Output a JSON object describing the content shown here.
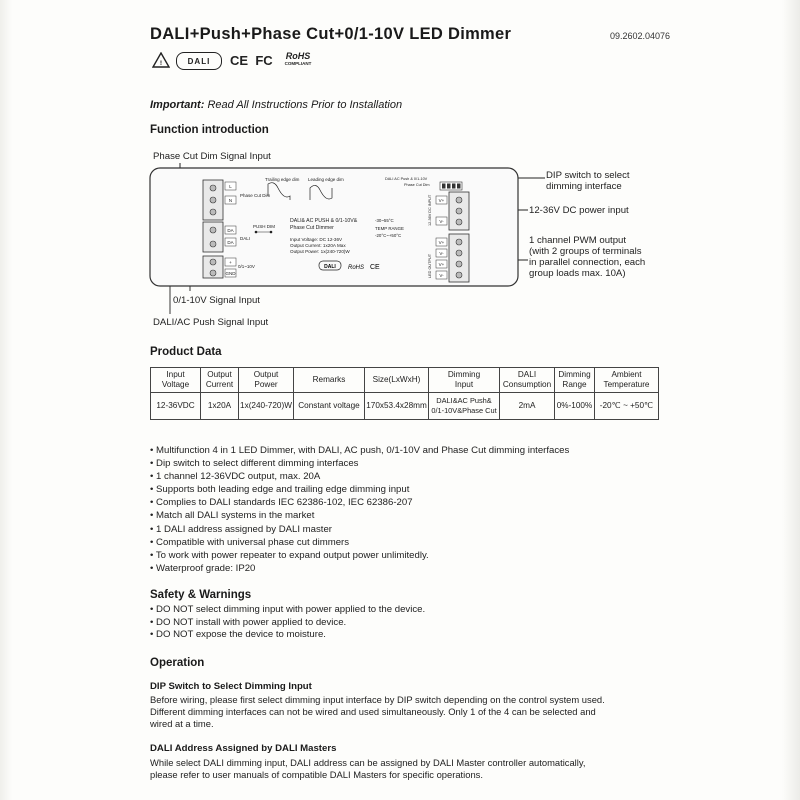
{
  "document": {
    "title": "DALI+Push+Phase Cut+0/1-10V LED Dimmer",
    "doc_number": "09.2602.04076",
    "cert_marks": {
      "dali": "DALI",
      "ce": "CE",
      "fc": "FC",
      "rohs": "RoHS",
      "rohs_sub": "COMPLIANT"
    },
    "important_label": "Important:",
    "important_text": "Read All Instructions Prior to Installation"
  },
  "function_intro": {
    "heading": "Function introduction",
    "labels": {
      "phase_cut": "Phase Cut Dim Signal Input",
      "dip_switch": [
        "DIP switch to select",
        "dimming interface"
      ],
      "dc_power": "12-36V DC power input",
      "pwm_output": [
        "1 channel PWM output",
        "(with 2 groups of terminals",
        "in parallel connection, each",
        "group loads max. 10A)"
      ],
      "zero_ten": "0/1-10V Signal Input",
      "dali_push": "DALI/AC Push Signal Input"
    },
    "device_text": {
      "line1": "DALI& AC PUSH & 0/1-10V&",
      "line2": "Phase Cut Dimmer",
      "spec1": "Input Voltage: DC 12-36V",
      "spec2": "Output Current: 1x20A Max",
      "spec3": "Output Power: 1x(240-720)W",
      "ta": "-30~55°C",
      "temp_range": "TEMP RANGE",
      "tc": "-20°C~+50°C",
      "trailing": "Trailing edge dim",
      "leading": "Leading edge dim",
      "phase_cut_dim": "Phase Cut Dim",
      "push_dim": "PUSH DIM",
      "dali_tag": "DALI",
      "dip_caption": "DALI AC Push & 0/1-10V",
      "dip_caption2": "Phase Cut Dim",
      "zero_ten_small": "0/1~10V",
      "dc_in": "12-36V DC INPUT",
      "led_out": "LED OUTPUT",
      "t_l": "L",
      "t_n": "N",
      "t_da": "DA",
      "t_plus": "+",
      "t_minus": "-",
      "t_gnd": "GND",
      "t_v_plus": "V+",
      "t_v_minus": "V-"
    }
  },
  "product_data": {
    "heading": "Product Data",
    "headers": [
      [
        "Input",
        "Voltage"
      ],
      [
        "Output",
        "Current"
      ],
      [
        "Output",
        "Power"
      ],
      [
        "Remarks"
      ],
      [
        "Size(LxWxH)"
      ],
      [
        "Dimming",
        "Input"
      ],
      [
        "DALI",
        "Consumption"
      ],
      [
        "Dimming",
        "Range"
      ],
      [
        "Ambient",
        "Temperature"
      ]
    ],
    "row": [
      [
        "12-36VDC"
      ],
      [
        "1x20A"
      ],
      [
        "1x(240-720)W"
      ],
      [
        "Constant voltage"
      ],
      [
        "170x53.4x28mm"
      ],
      [
        "DALI&AC Push&",
        "0/1-10V&Phase Cut"
      ],
      [
        "2mA"
      ],
      [
        "0%-100%"
      ],
      [
        "-20℃ ~ +50℃"
      ]
    ]
  },
  "features": [
    "Multifunction 4 in 1 LED Dimmer, with DALI, AC push, 0/1-10V and Phase Cut dimming interfaces",
    "Dip switch to select different dimming interfaces",
    "1 channel 12-36VDC output, max. 20A",
    "Supports both leading edge and trailing edge dimming input",
    "Complies to DALI standards IEC 62386-102, IEC 62386-207",
    "Match all DALI systems in the market",
    "1 DALI address assigned by DALI master",
    "Compatible with universal phase cut dimmers",
    "To work with power repeater to expand output power unlimitedly.",
    "Waterproof grade: IP20"
  ],
  "safety": {
    "heading": "Safety & Warnings",
    "items": [
      "DO NOT select dimming input with power applied to the device.",
      "DO NOT install with power applied to device.",
      "DO NOT expose the device to moisture."
    ]
  },
  "operation": {
    "heading": "Operation",
    "dip": {
      "heading": "DIP Switch to Select Dimming Input",
      "lines": [
        "Before wiring, please first select dimming input interface by DIP switch depending on the control system used.",
        "Different dimming interfaces can not be wired and used simultaneously. Only 1 of the 4 can be selected and",
        "wired at a time."
      ]
    },
    "dali": {
      "heading": "DALI Address Assigned by DALI Masters",
      "lines": [
        "While select DALI dimming input, DALI address can be assigned by DALI Master controller automatically,",
        "please refer to user manuals of compatible DALI Masters for specific operations."
      ]
    }
  }
}
